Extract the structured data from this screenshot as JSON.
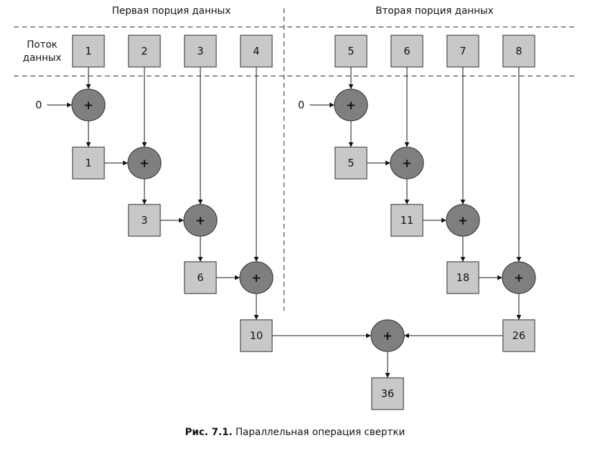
{
  "headers": {
    "left": "Первая порция данных",
    "right": "Вторая порция данных"
  },
  "stream_label": [
    "Поток",
    "данных"
  ],
  "inputs": [
    "1",
    "2",
    "3",
    "4",
    "5",
    "6",
    "7",
    "8"
  ],
  "initial_values": [
    "0",
    "0"
  ],
  "operator_symbol": "+",
  "partial_sums": {
    "left": [
      "1",
      "3",
      "6",
      "10"
    ],
    "right": [
      "5",
      "11",
      "18",
      "26"
    ]
  },
  "result": "36",
  "caption": {
    "label": "Рис. 7.1.",
    "text": "Параллельная операция свертки"
  },
  "colors": {
    "box_fill": "#c8c8c8",
    "operator_fill": "#7f7f7f",
    "stroke": "#2a2a2a"
  }
}
